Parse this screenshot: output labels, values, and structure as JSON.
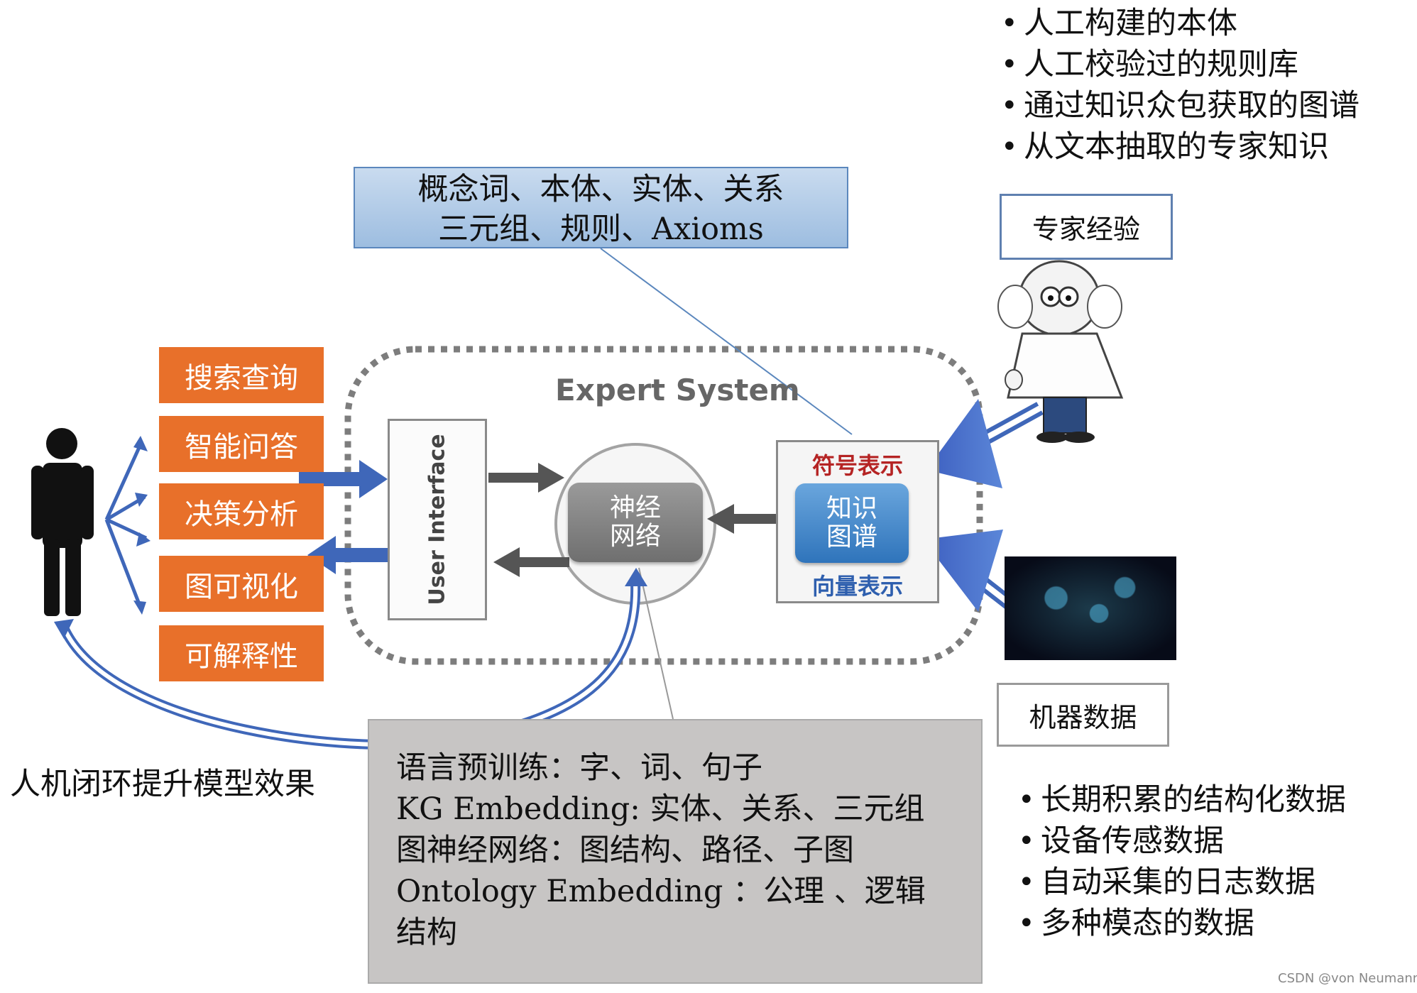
{
  "top_sources": [
    "人工构建的本体",
    "人工校验过的规则库",
    "通过知识众包获取的图谱",
    "从文本抽取的专家知识"
  ],
  "concept_box": {
    "line1": "概念词、本体、实体、关系",
    "line2": "三元组、规则、Axioms"
  },
  "expert_experience_label": "专家经验",
  "applications": [
    "搜索查询",
    "智能问答",
    "决策分析",
    "图可视化",
    "可解释性"
  ],
  "expert_system": {
    "title": "Expert System",
    "user_interface": "User Interface",
    "neural_net": {
      "line1": "神经",
      "line2": "网络"
    },
    "symbolic_label": "符号表示",
    "knowledge_graph": {
      "line1": "知识",
      "line2": "图谱"
    },
    "vector_label": "向量表示"
  },
  "machine_data_label": "机器数据",
  "embedding_box": {
    "lines": [
      "语言预训练：字、词、句子",
      "KG Embedding: 实体、关系、三元组",
      "图神经网络：图结构、路径、子图",
      "Ontology Embedding ：公理 、逻辑",
      "结构"
    ]
  },
  "closed_loop_label": "人机闭环提升模型效果",
  "machine_sources": [
    "长期积累的结构化数据",
    "设备传感数据",
    "自动采集的日志数据",
    "多种模态的数据"
  ],
  "watermark": "CSDN @von  Neumann",
  "colors": {
    "application_box": "#e8702a",
    "arrow_blue": "#3f67b9",
    "symbolic_red": "#b52424",
    "vector_blue": "#2e5fae"
  }
}
